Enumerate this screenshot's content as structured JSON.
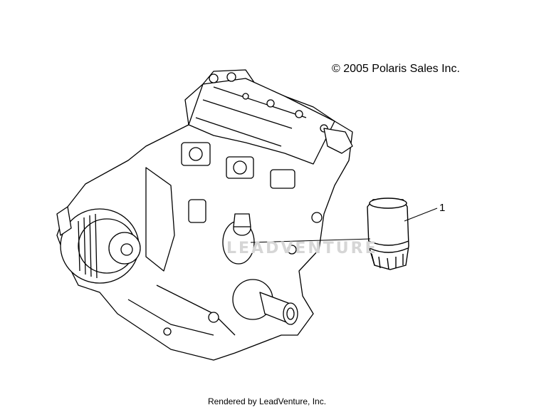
{
  "copyright": "© 2005 Polaris Sales Inc.",
  "callouts": [
    {
      "label": "1",
      "part": "oil-filter"
    }
  ],
  "footer": "Rendered by LeadVenture, Inc.",
  "watermark": "LEADVENTURE",
  "colors": {
    "line": "#000000",
    "background": "#ffffff",
    "watermark": "#d6d6d6"
  }
}
